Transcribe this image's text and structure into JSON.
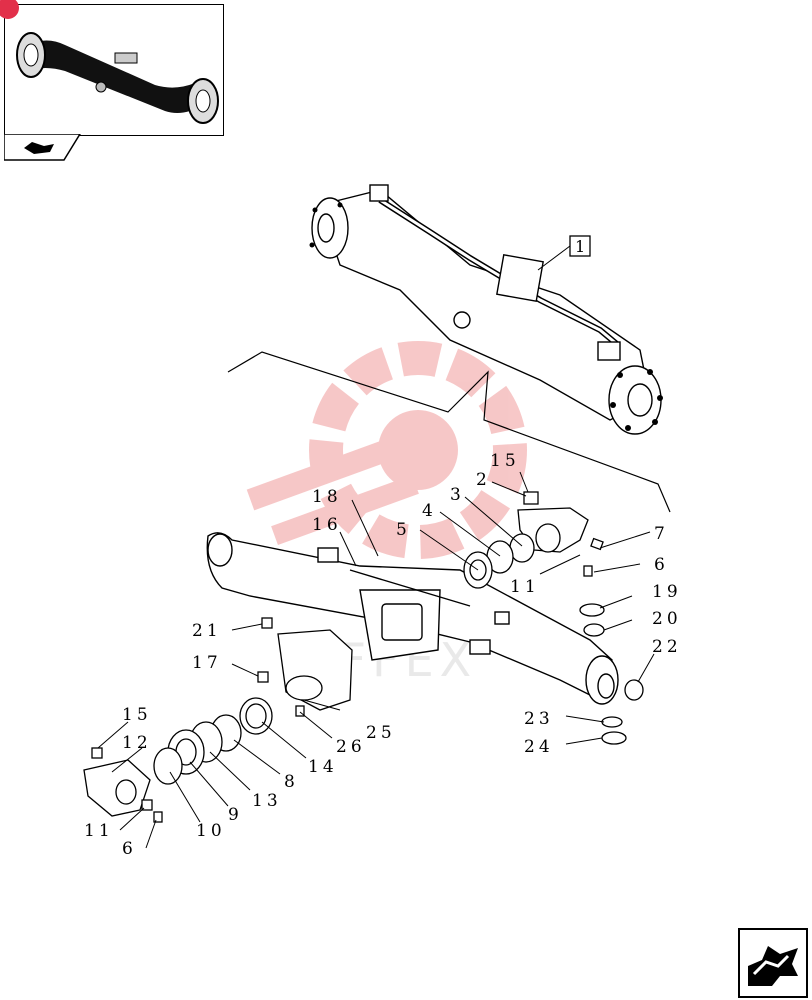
{
  "title": "",
  "assembly_callout": "1",
  "watermark_text": "UFFEX",
  "colors": {
    "line": "#000000",
    "watermark": "#e23b3b",
    "badge": "#e2304a"
  },
  "icons": {
    "thumbnail": "axle-thumbnail-icon",
    "tab": "hand-pointer-icon",
    "next": "next-page-arrow-icon"
  },
  "callouts": [
    {
      "id": "c2",
      "text": "2"
    },
    {
      "id": "c3",
      "text": "3"
    },
    {
      "id": "c4",
      "text": "4"
    },
    {
      "id": "c5",
      "text": "5"
    },
    {
      "id": "c6a",
      "text": "6"
    },
    {
      "id": "c6b",
      "text": "6"
    },
    {
      "id": "c7",
      "text": "7"
    },
    {
      "id": "c8",
      "text": "8"
    },
    {
      "id": "c9",
      "text": "9"
    },
    {
      "id": "c10",
      "text": "10"
    },
    {
      "id": "c11a",
      "text": "11"
    },
    {
      "id": "c11b",
      "text": "11"
    },
    {
      "id": "c12",
      "text": "12"
    },
    {
      "id": "c13",
      "text": "13"
    },
    {
      "id": "c14",
      "text": "14"
    },
    {
      "id": "c15a",
      "text": "15"
    },
    {
      "id": "c15b",
      "text": "15"
    },
    {
      "id": "c16",
      "text": "16"
    },
    {
      "id": "c17",
      "text": "17"
    },
    {
      "id": "c18",
      "text": "18"
    },
    {
      "id": "c19",
      "text": "19"
    },
    {
      "id": "c20",
      "text": "20"
    },
    {
      "id": "c21",
      "text": "21"
    },
    {
      "id": "c22",
      "text": "22"
    },
    {
      "id": "c23",
      "text": "23"
    },
    {
      "id": "c24",
      "text": "24"
    },
    {
      "id": "c25",
      "text": "25"
    },
    {
      "id": "c26",
      "text": "26"
    }
  ]
}
